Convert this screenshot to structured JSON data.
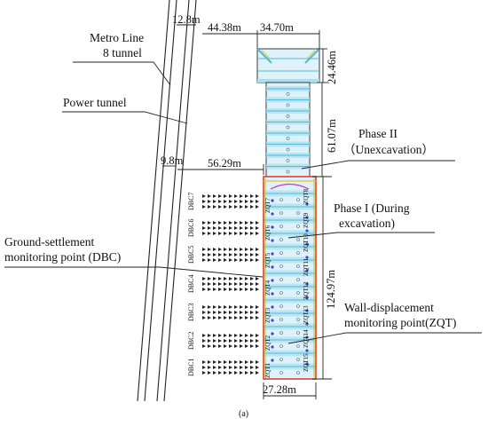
{
  "labels": {
    "metro_line": [
      "Metro Line",
      "8 tunnel"
    ],
    "power_tunnel": "Power tunnel",
    "phase2": [
      "Phase II",
      "（Unexcavation）"
    ],
    "phase1": [
      "Phase I (During",
      "excavation)"
    ],
    "dbc": [
      "Ground-settlement",
      "monitoring point (DBC)"
    ],
    "zqt": [
      "Wall-displacement",
      "monitoring point(ZQT)"
    ],
    "caption": "(a)"
  },
  "dimensions": {
    "tunnel_gap_top": "12.8m",
    "dist_to_pit_top": "44.38m",
    "width_top": "34.70m",
    "height_top_box": "24.46m",
    "height_phase2": "61.07m",
    "tunnel_gap_mid": "9.8m",
    "dist_to_pit_mid": "56.29m",
    "height_phase1": "124.97m",
    "width_bottom": "27.28m"
  },
  "dbc_points": [
    "DBC7",
    "DBC6",
    "DBC5",
    "DBC4",
    "DBC3",
    "DBC2",
    "DBC1"
  ],
  "zqt_left": [
    "ZQT7",
    "ZQT6",
    "ZQT5",
    "ZQT4",
    "ZQT3",
    "ZQT2",
    "ZQT1"
  ],
  "zqt_right": [
    "ZQT8",
    "ZQT9",
    "ZQT10",
    "ZQT11",
    "ZQT12",
    "ZQT13",
    "ZQT14",
    "ZQT15"
  ],
  "colors": {
    "fill_light": "#dff2fa",
    "fill_cyan": "#a9e0ee",
    "strut": "#56b8d6",
    "wall_red": "#d94436",
    "wall_yellow": "#e4c33a",
    "point_blue": "#2c4bd6",
    "magenta": "#c03cc8"
  }
}
